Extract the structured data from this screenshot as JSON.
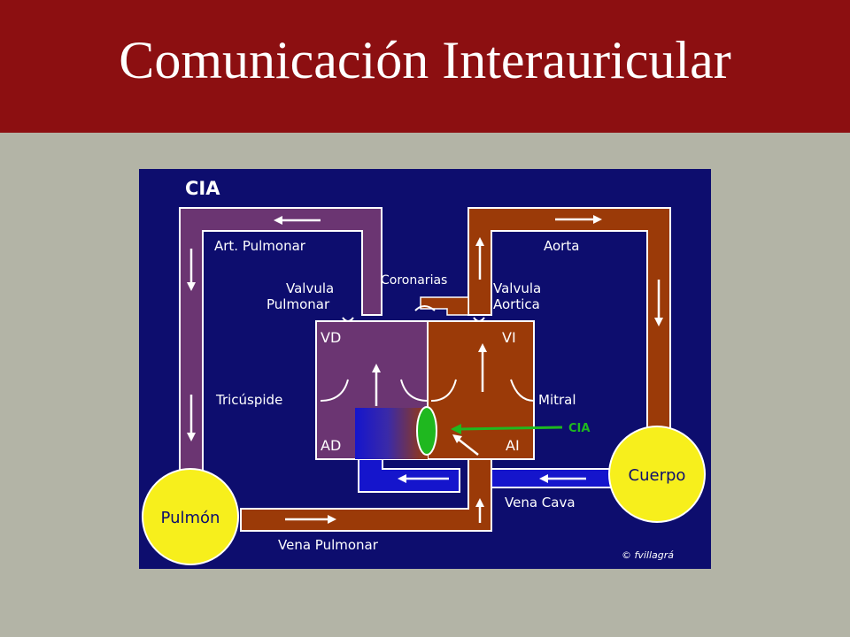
{
  "slide": {
    "title": "Comunicación Interauricular"
  },
  "diagram": {
    "heading": "CIA",
    "labels": {
      "art_pulmonar": "Art. Pulmonar",
      "aorta": "Aorta",
      "coronarias": "Coronarias",
      "valvula_pulmonar_1": "Valvula",
      "valvula_pulmonar_2": "Pulmonar",
      "valvula_aortica_1": "Valvula",
      "valvula_aortica_2": "Aortica",
      "vd": "VD",
      "vi": "VI",
      "ad": "AD",
      "ai": "AI",
      "tricuspide": "Tricúspide",
      "mitral": "Mitral",
      "cia_pointer": "CIA",
      "cuerpo": "Cuerpo",
      "pulmon": "Pulmón",
      "vena_cava": "Vena Cava",
      "vena_pulmonar": "Vena Pulmonar",
      "copyright": "© fvillagrá"
    },
    "colors": {
      "background": "#0d0d6e",
      "venous": "#6b3572",
      "arterial": "#9b3a08",
      "cava": "#1515cc",
      "organ": "#f7ef1c",
      "defect": "#1fb81f",
      "outline": "#ffffff"
    }
  }
}
